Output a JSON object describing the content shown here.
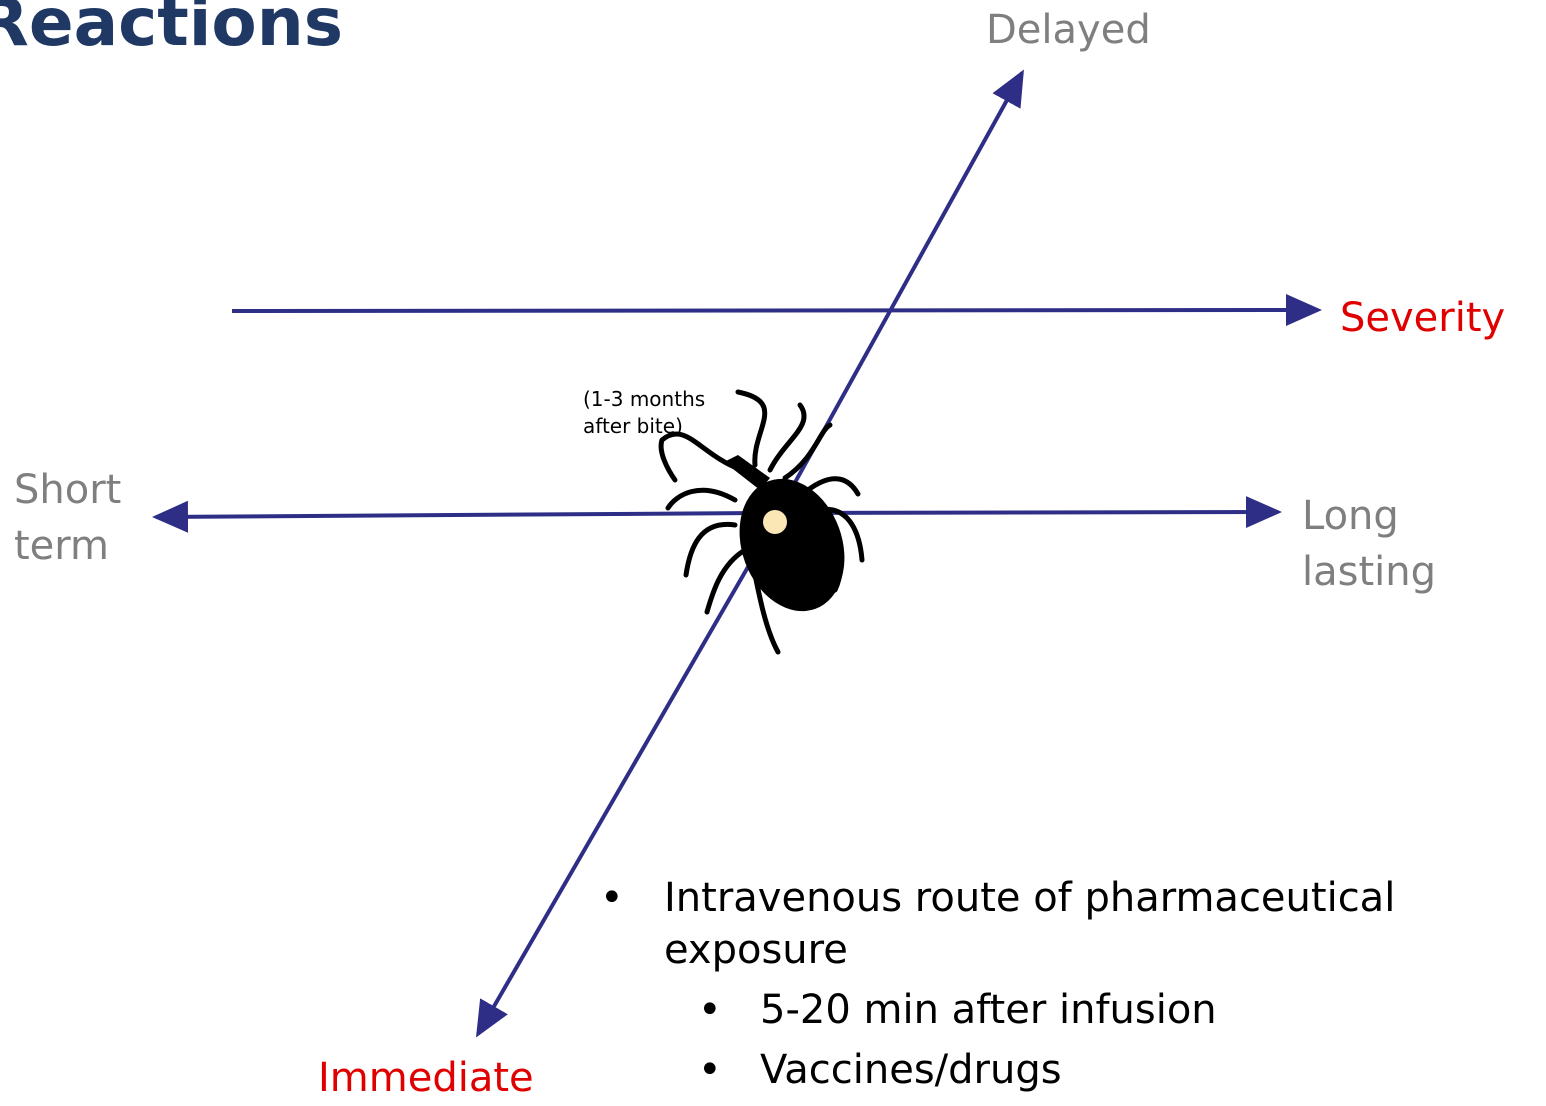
{
  "title": "Reactions",
  "axes": {
    "delayed": "Delayed",
    "severity": "Severity",
    "short_term": [
      "Short",
      "term"
    ],
    "long_lasting": [
      "Long",
      "lasting"
    ],
    "immediate": "Immediate"
  },
  "tick_note": [
    "(1-3 months",
    "after bite)"
  ],
  "bullets": {
    "main": [
      "Intravenous route of pharmaceutical",
      "exposure"
    ],
    "sub": [
      "5-20 min after infusion",
      "Vaccines/drugs"
    ]
  },
  "bullet_symbol": "•",
  "colors": {
    "axis": "#2e2e86",
    "title": "#1f3864",
    "gray_label": "#7f7f7f",
    "red_label": "#e00000",
    "tick": "#000000",
    "tick_spot": "#fbe7b6"
  }
}
